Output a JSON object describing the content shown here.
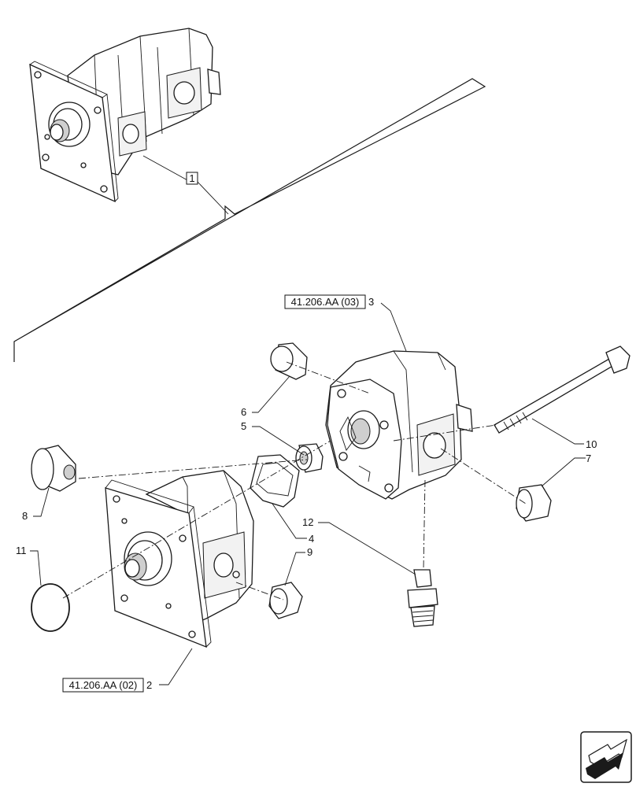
{
  "callouts": {
    "c1": "1",
    "c2": "2",
    "c3": "3",
    "c4": "4",
    "c5": "5",
    "c6": "6",
    "c7": "7",
    "c8": "8",
    "c9": "9",
    "c10": "10",
    "c11": "11",
    "c12": "12"
  },
  "references": {
    "ref_top": "41.206.AA (03)",
    "ref_bottom": "41.206.AA (02)"
  },
  "icons": {
    "nav": "arrow-navigation-icon"
  }
}
